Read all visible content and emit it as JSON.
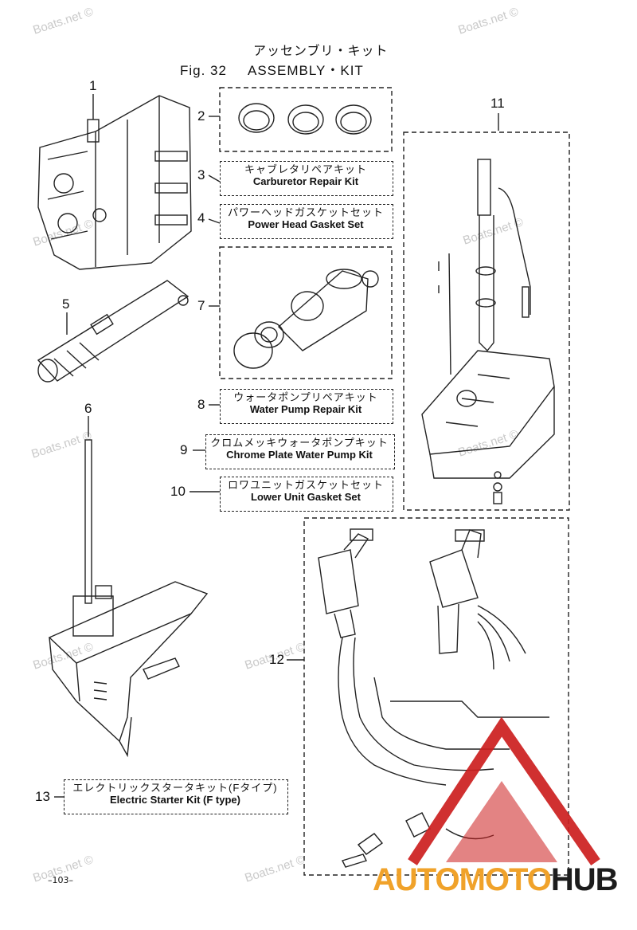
{
  "title": {
    "japanese": "アッセンブリ・キット",
    "fig_number": "Fig. 32",
    "english": "ASSEMBLY・KIT"
  },
  "watermark": "Boats.net ©",
  "parts": [
    {
      "num": "1"
    },
    {
      "num": "2"
    },
    {
      "num": "3",
      "jp": "キャブレタリペアキット",
      "en": "Carburetor Repair Kit"
    },
    {
      "num": "4",
      "jp": "パワーヘッドガスケットセット",
      "en": "Power Head Gasket Set"
    },
    {
      "num": "5"
    },
    {
      "num": "6"
    },
    {
      "num": "7"
    },
    {
      "num": "8",
      "jp": "ウォータポンプリペアキット",
      "en": "Water Pump Repair Kit"
    },
    {
      "num": "9",
      "jp": "クロムメッキウォータポンプキット",
      "en": "Chrome Plate Water Pump Kit"
    },
    {
      "num": "10",
      "jp": "ロワユニットガスケットセット",
      "en": "Lower Unit Gasket Set"
    },
    {
      "num": "11"
    },
    {
      "num": "12"
    },
    {
      "num": "13",
      "jp": "エレクトリックスタータキット(Fタイプ)",
      "en": "Electric Starter Kit (F type)"
    }
  ],
  "page_number": "–103–",
  "brand": {
    "part_a": "AUTOMOTO",
    "part_b": "HUB"
  }
}
